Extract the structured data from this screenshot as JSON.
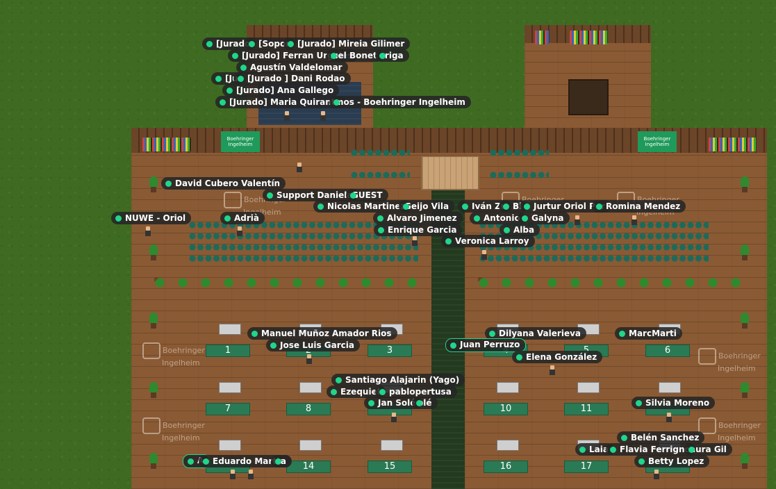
{
  "brand": {
    "banner_text": "Boehringer Ingelheim",
    "logo_line1": "Boehringer",
    "logo_line2": "Ingelheim",
    "accent_color": "#1fd68a"
  },
  "tables": [
    "1",
    "2",
    "3",
    "4",
    "5",
    "6",
    "7",
    "8",
    "10",
    "11",
    "14",
    "15",
    "16",
    "17"
  ],
  "players": [
    {
      "name": "[Jurado"
    },
    {
      "name": "[Sopor"
    },
    {
      "name": "[Jurado] Mireia Gilimer"
    },
    {
      "name": "[Jurado] Ferran Urgelés"
    },
    {
      "name": "uel Bonet"
    },
    {
      "name": "rriga"
    },
    {
      "name": "Agustín Valdelomar"
    },
    {
      "name": "[Ju"
    },
    {
      "name": "[Jurado ] Dani Rodao"
    },
    {
      "name": "[Jurado] Ana Gallego"
    },
    {
      "name": "[Jurado] Maria Quirante"
    },
    {
      "name": "mos - Boehringer Ingelheim"
    },
    {
      "name": "David Cubero Valentín"
    },
    {
      "name": "Support Daniela"
    },
    {
      "name": "GUEST"
    },
    {
      "name": "NUWE - Oriol"
    },
    {
      "name": "Adrià"
    },
    {
      "name": "Nicolas Martinez"
    },
    {
      "name": "Geijo Vila"
    },
    {
      "name": "Iván Zu"
    },
    {
      "name": "Bi"
    },
    {
      "name": "Jurtur Oriol Por"
    },
    {
      "name": "Romina Mendez"
    },
    {
      "name": "Alvaro Jimenez"
    },
    {
      "name": "Antonio"
    },
    {
      "name": "Galyna"
    },
    {
      "name": "Enrique Garcia"
    },
    {
      "name": "Alba"
    },
    {
      "name": "Veronica Larroy"
    },
    {
      "name": "Manuel Muñoz Amador Rios"
    },
    {
      "name": "Dilyana Valerieva"
    },
    {
      "name": "MarcMarti"
    },
    {
      "name": "Jose Luis Garcia"
    },
    {
      "name": "Juan Perruzo"
    },
    {
      "name": "Elena González"
    },
    {
      "name": "Santiago Alajarin (Yago)"
    },
    {
      "name": "Ezequiel"
    },
    {
      "name": "pablopertusa"
    },
    {
      "name": "Jan Solé"
    },
    {
      "name": "olé"
    },
    {
      "name": "Silvia Moreno"
    },
    {
      "name": "Belén Sanchez"
    },
    {
      "name": "Laia"
    },
    {
      "name": "Flavia Ferrigno"
    },
    {
      "name": "aura Gil"
    },
    {
      "name": "A"
    },
    {
      "name": "Eduardo Martin"
    },
    {
      "name": "ra"
    },
    {
      "name": "Betty Lopez"
    }
  ]
}
